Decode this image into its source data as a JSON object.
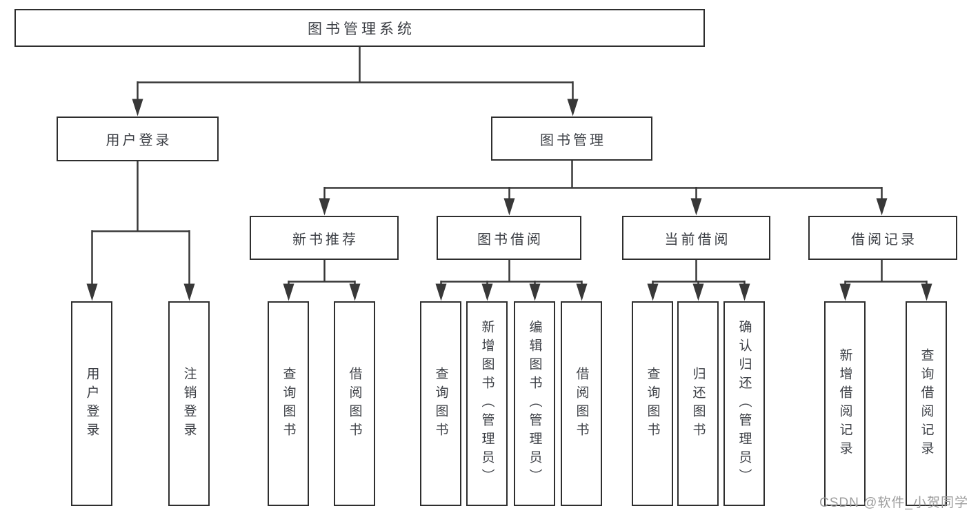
{
  "diagram": {
    "root": {
      "label": "图书管理系统"
    },
    "user_login": {
      "label": "用户登录",
      "children": [
        {
          "label": "用户登录"
        },
        {
          "label": "注销登录"
        }
      ]
    },
    "book_management": {
      "label": "图书管理",
      "sections": [
        {
          "label": "新书推荐",
          "children": [
            {
              "label": "查询图书"
            },
            {
              "label": "借阅图书"
            }
          ]
        },
        {
          "label": "图书借阅",
          "children": [
            {
              "label": "查询图书"
            },
            {
              "label": "新增图书（管理员）"
            },
            {
              "label": "编辑图书（管理员）"
            },
            {
              "label": "借阅图书"
            }
          ]
        },
        {
          "label": "当前借阅",
          "children": [
            {
              "label": "查询图书"
            },
            {
              "label": "归还图书"
            },
            {
              "label": "确认归还（管理员）"
            }
          ]
        },
        {
          "label": "借阅记录",
          "children": [
            {
              "label": "新增借阅记录"
            },
            {
              "label": "查询借阅记录"
            }
          ]
        }
      ]
    }
  },
  "watermark": {
    "text": "CSDN @软件_小贺同学"
  },
  "colors": {
    "background": "#ffffff",
    "line": "#383838",
    "box_border": "#2e2e2e",
    "text": "#3d4046",
    "watermark": "#9c9c9c"
  }
}
